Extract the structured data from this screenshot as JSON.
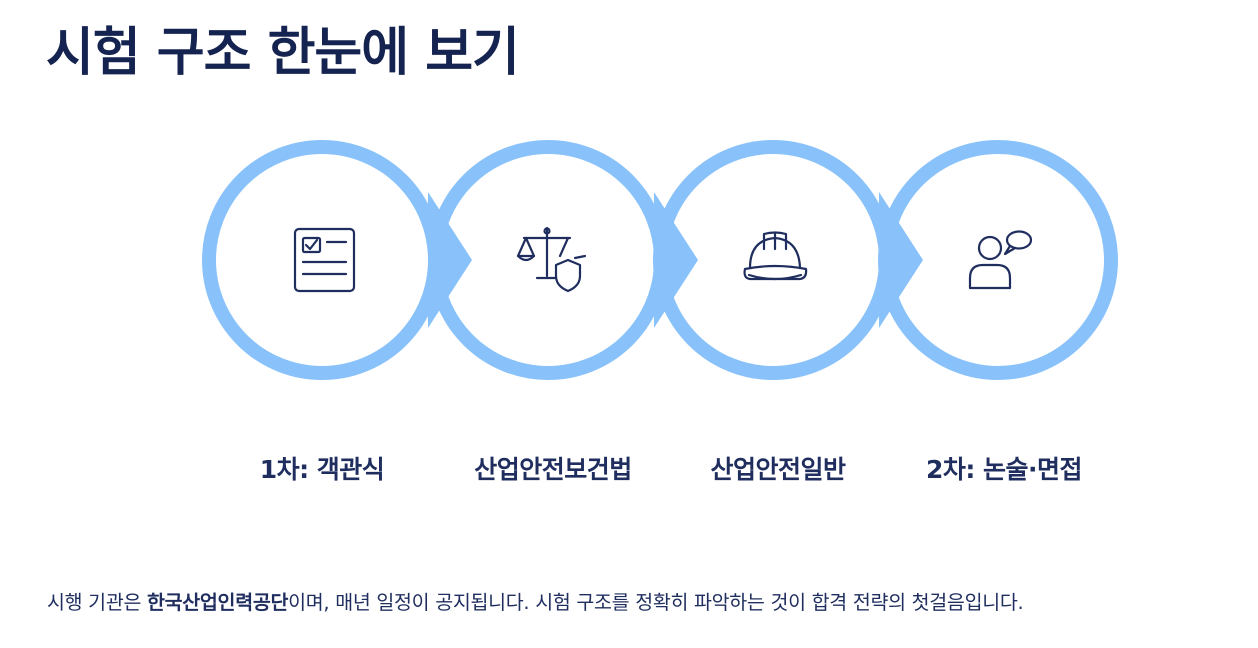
{
  "title": "시험 구조 한눈에 보기",
  "colors": {
    "ring": "#89c2fa",
    "ink": "#1f2e5e",
    "title": "#14234f"
  },
  "steps": [
    {
      "icon": "answer-sheet-icon",
      "label": "1차: 객관식"
    },
    {
      "icon": "scales-shield-icon",
      "label": "산업안전보건법"
    },
    {
      "icon": "hard-hat-icon",
      "label": "산업안전일반"
    },
    {
      "icon": "interview-person-speech-icon",
      "label": "2차: 논술·면접"
    }
  ],
  "footer": {
    "before": "시행 기관은 ",
    "org": "한국산업인력공단",
    "after": "이며, 매년 일정이 공지됩니다. 시험 구조를 정확히 파악하는 것이 합격 전략의 첫걸음입니다."
  }
}
